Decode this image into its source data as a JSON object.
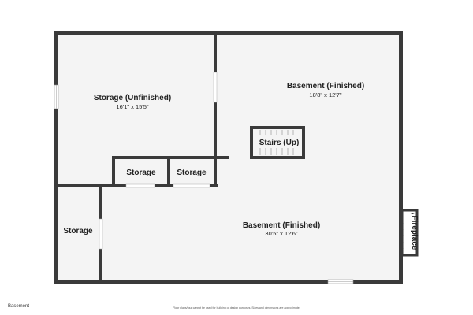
{
  "floor_label": "Basement",
  "disclaimer": "Floor plans/tour cannot be used for building or design purposes. Sizes and dimensions are approximate.",
  "rooms": {
    "storage_unfinished": {
      "name": "Storage (Unfinished)",
      "dims": "16'1\" x 15'5\""
    },
    "basement_top": {
      "name": "Basement (Finished)",
      "dims": "18'8\" x 12'7\""
    },
    "stairs": {
      "name": "Stairs (Up)"
    },
    "storage_small_1": {
      "name": "Storage"
    },
    "storage_small_2": {
      "name": "Storage"
    },
    "storage_left": {
      "name": "Storage"
    },
    "basement_bottom": {
      "name": "Basement (Finished)",
      "dims": "30'5\" x 12'6\""
    },
    "fireplace": {
      "name": "Fireplace"
    }
  },
  "colors": {
    "wall": "#3a3a3a",
    "floor": "#f4f4f4",
    "background": "#ffffff"
  }
}
